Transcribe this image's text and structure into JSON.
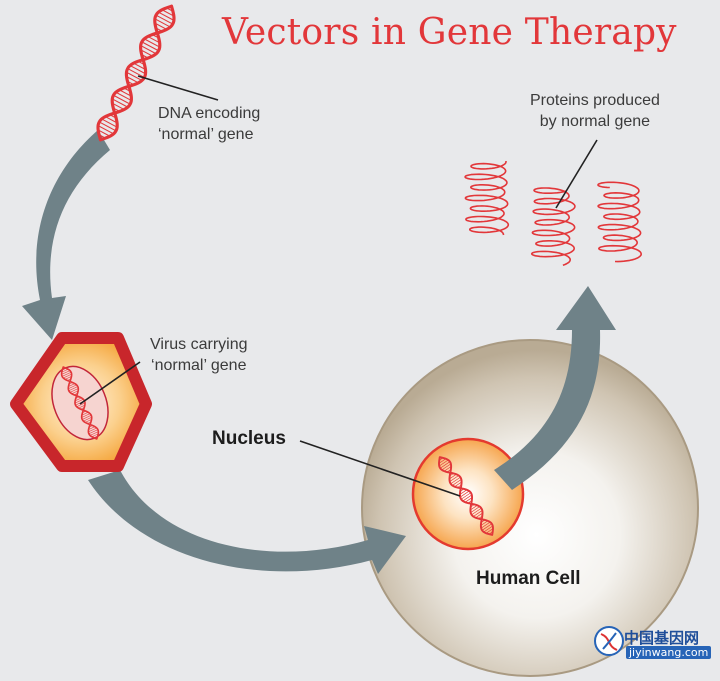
{
  "title": "Vectors in Gene Therapy",
  "labels": {
    "dna_line1": "DNA encoding",
    "dna_line2": "‘normal’ gene",
    "virus_line1": "Virus carrying",
    "virus_line2": "‘normal’ gene",
    "proteins_line1": "Proteins produced",
    "proteins_line2": "by normal gene",
    "nucleus": "Nucleus",
    "human_cell": "Human Cell"
  },
  "watermark": {
    "name": "中国基因网",
    "url": "jiyinwang.com"
  },
  "colors": {
    "title": "#e2373a",
    "dna": "#e2373a",
    "arrow": "#6f8288",
    "cell": "#bcae97",
    "virus_border": "#c8262b",
    "nucleus_fill": "#f7b05c"
  }
}
